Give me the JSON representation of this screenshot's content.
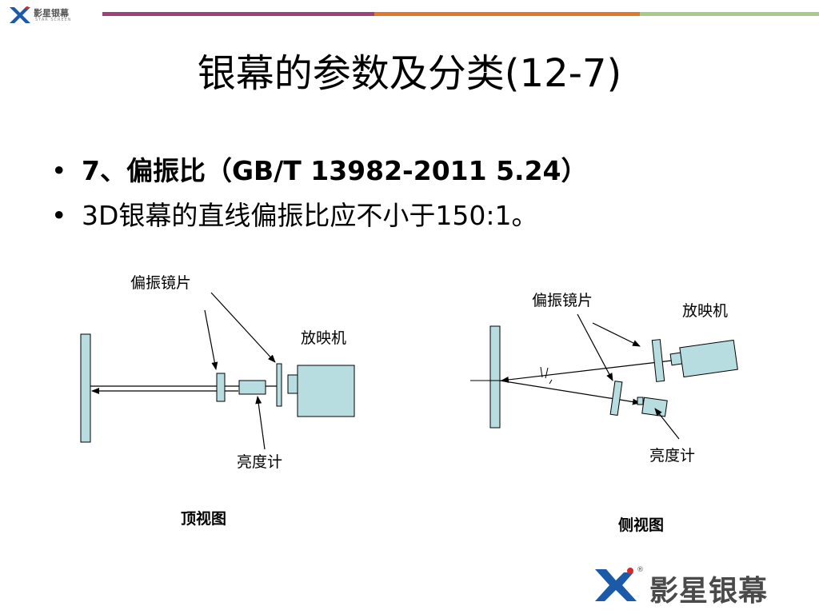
{
  "brand": {
    "small_name": "影星银幕",
    "small_sub": "STAR SCREEN",
    "big_name": "影星银幕",
    "registered": "®"
  },
  "colors": {
    "bar_purple": "#a0407a",
    "bar_orange": "#e07a2a",
    "bar_green": "#a8cc8a",
    "component_fill": "#b8dde0",
    "logo_blue": "#1a5aa8",
    "logo_red": "#d42a2a"
  },
  "slide": {
    "title": "银幕的参数及分类(12-7)",
    "bullets": [
      {
        "marker": "•",
        "text": "7、偏振比（GB/T 13982-2011  5.24）"
      },
      {
        "marker": "•",
        "text": "3D银幕的直线偏振比应不小于150:1。"
      }
    ]
  },
  "diagram": {
    "top_view": {
      "polarizer_label": "偏振镜片",
      "projector_label": "放映机",
      "meter_label": "亮度计",
      "caption": "顶视图"
    },
    "side_view": {
      "polarizer_label": "偏振镜片",
      "projector_label": "放映机",
      "meter_label": "亮度计",
      "caption": "侧视图"
    }
  }
}
